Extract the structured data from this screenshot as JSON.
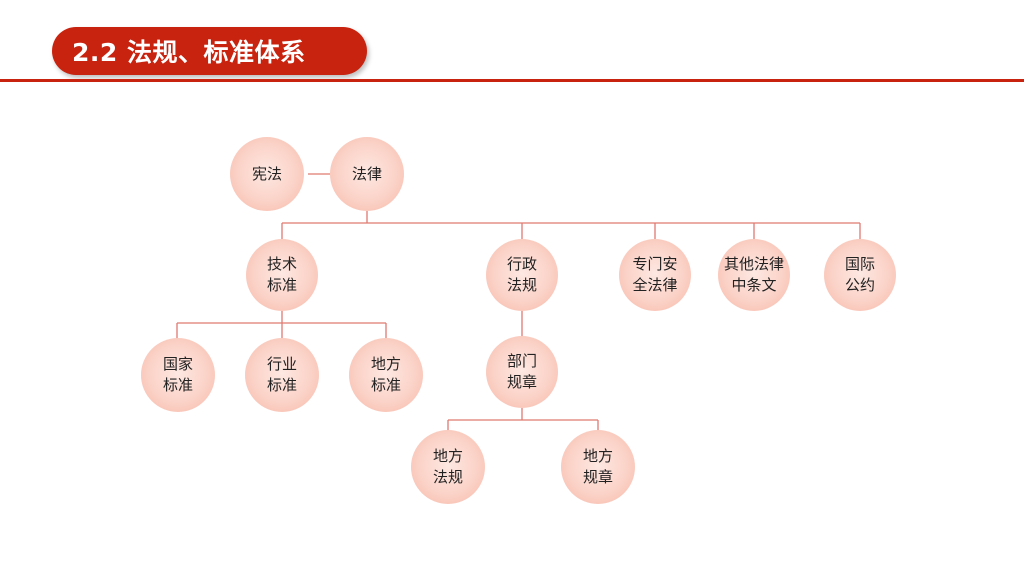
{
  "header": {
    "title": "2.2 法规、标准体系"
  },
  "diagram": {
    "nodes": {
      "xianfa": "宪法",
      "falv": "法律",
      "jishu": "技术\n标准",
      "xingzheng": "行政\n法规",
      "zhuanmen": "专门安\n全法律",
      "qita": "其他法律\n中条文",
      "guoji": "国际\n公约",
      "guojia": "国家\n标准",
      "hangye": "行业\n标准",
      "difang_biaozhun": "地方\n标准",
      "bumen": "部门\n规章",
      "difang_fagui": "地方\n法规",
      "difang_guizhang": "地方\n规章"
    }
  },
  "colors": {
    "accent": "#c8230f",
    "connector": "#e07a70"
  }
}
